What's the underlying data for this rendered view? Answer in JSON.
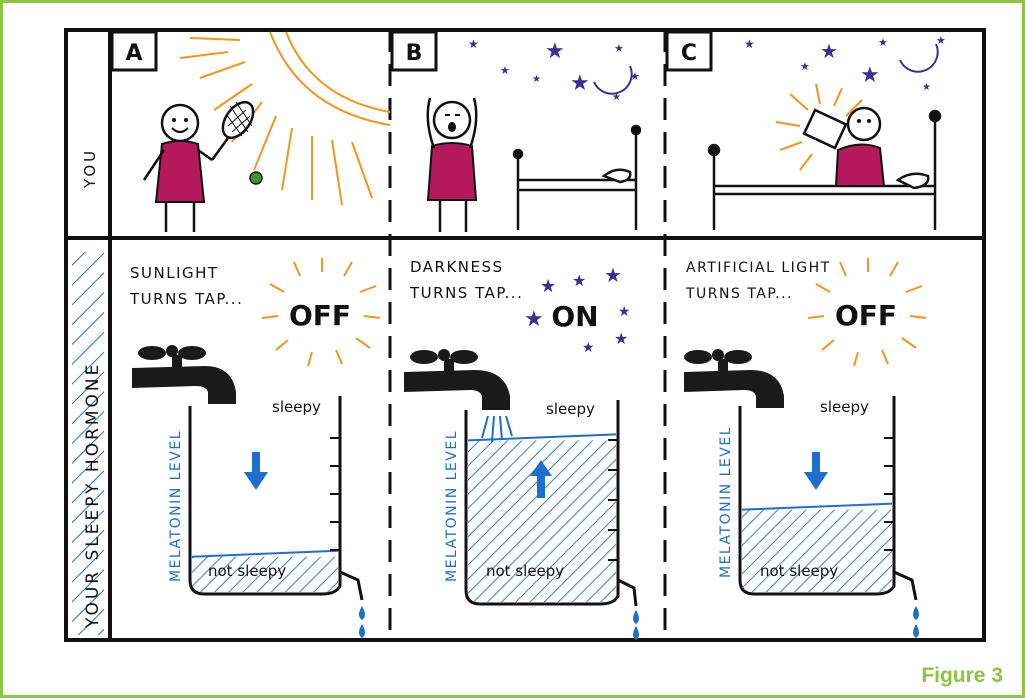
{
  "figure": {
    "caption": "Figure 3"
  },
  "row_labels": {
    "top": "YOU",
    "bottom": "YOUR SLEEPY HORMONE"
  },
  "panels": [
    {
      "letter": "A",
      "line1": "SUNLIGHT",
      "line2": "TURNS TAP...",
      "state": "OFF",
      "arrow": "down",
      "level_fraction": 0.18
    },
    {
      "letter": "B",
      "line1": "DARKNESS",
      "line2": "TURNS TAP...",
      "state": "ON",
      "arrow": "up",
      "level_fraction": 0.8
    },
    {
      "letter": "C",
      "line1": "ARTIFICIAL LIGHT",
      "line2": "TURNS TAP...",
      "state": "OFF",
      "arrow": "down",
      "level_fraction": 0.42
    }
  ],
  "tank": {
    "axis_label": "MELATONIN LEVEL",
    "top_label": "sleepy",
    "bottom_label": "not sleepy"
  },
  "colors": {
    "sun": "#f7941d",
    "stars": "#3a2d9c",
    "water": "#1f6fd1",
    "shirt": "#b5195b",
    "ball": "#3a9a2a",
    "border": "#8cc540"
  }
}
